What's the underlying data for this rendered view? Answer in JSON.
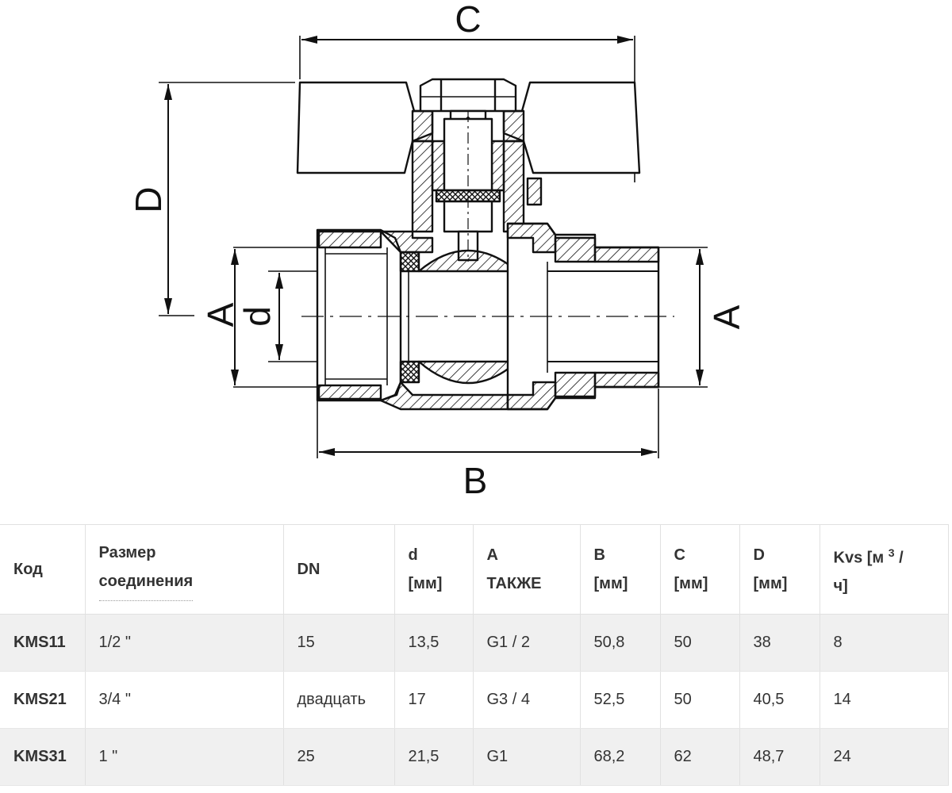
{
  "drawing": {
    "labels": {
      "c": "C",
      "d_big": "D",
      "a_left": "A",
      "d_small": "d",
      "a_right": "A",
      "b": "B"
    }
  },
  "table": {
    "headers": {
      "code": "Код",
      "size_line1": "Размер",
      "size_line2": "соединения",
      "dn": "DN",
      "d_line1": "d",
      "d_line2": "[мм]",
      "a_line1": "A",
      "a_line2": "ТАКЖЕ",
      "b_line1": "B",
      "b_line2": "[мм]",
      "c_line1": "C",
      "c_line2": "[мм]",
      "dd_line1": "D",
      "dd_line2": "[мм]",
      "kvs_pre": "Kvs [м",
      "kvs_sup": "3",
      "kvs_post": " /",
      "kvs_line2": "ч]"
    },
    "rows": [
      {
        "code": "KMS11",
        "size": "1/2 \"",
        "dn": "15",
        "d": "13,5",
        "a": "G1 / 2",
        "b": "50,8",
        "c": "50",
        "dd": "38",
        "kvs": "8"
      },
      {
        "code": "KMS21",
        "size": "3/4 \"",
        "dn": "двадцать",
        "d": "17",
        "a": "G3 / 4",
        "b": "52,5",
        "c": "50",
        "dd": "40,5",
        "kvs": "14"
      },
      {
        "code": "KMS31",
        "size": "1 \"",
        "dn": "25",
        "d": "21,5",
        "a": "G1",
        "b": "68,2",
        "c": "62",
        "dd": "48,7",
        "kvs": "24"
      }
    ]
  }
}
